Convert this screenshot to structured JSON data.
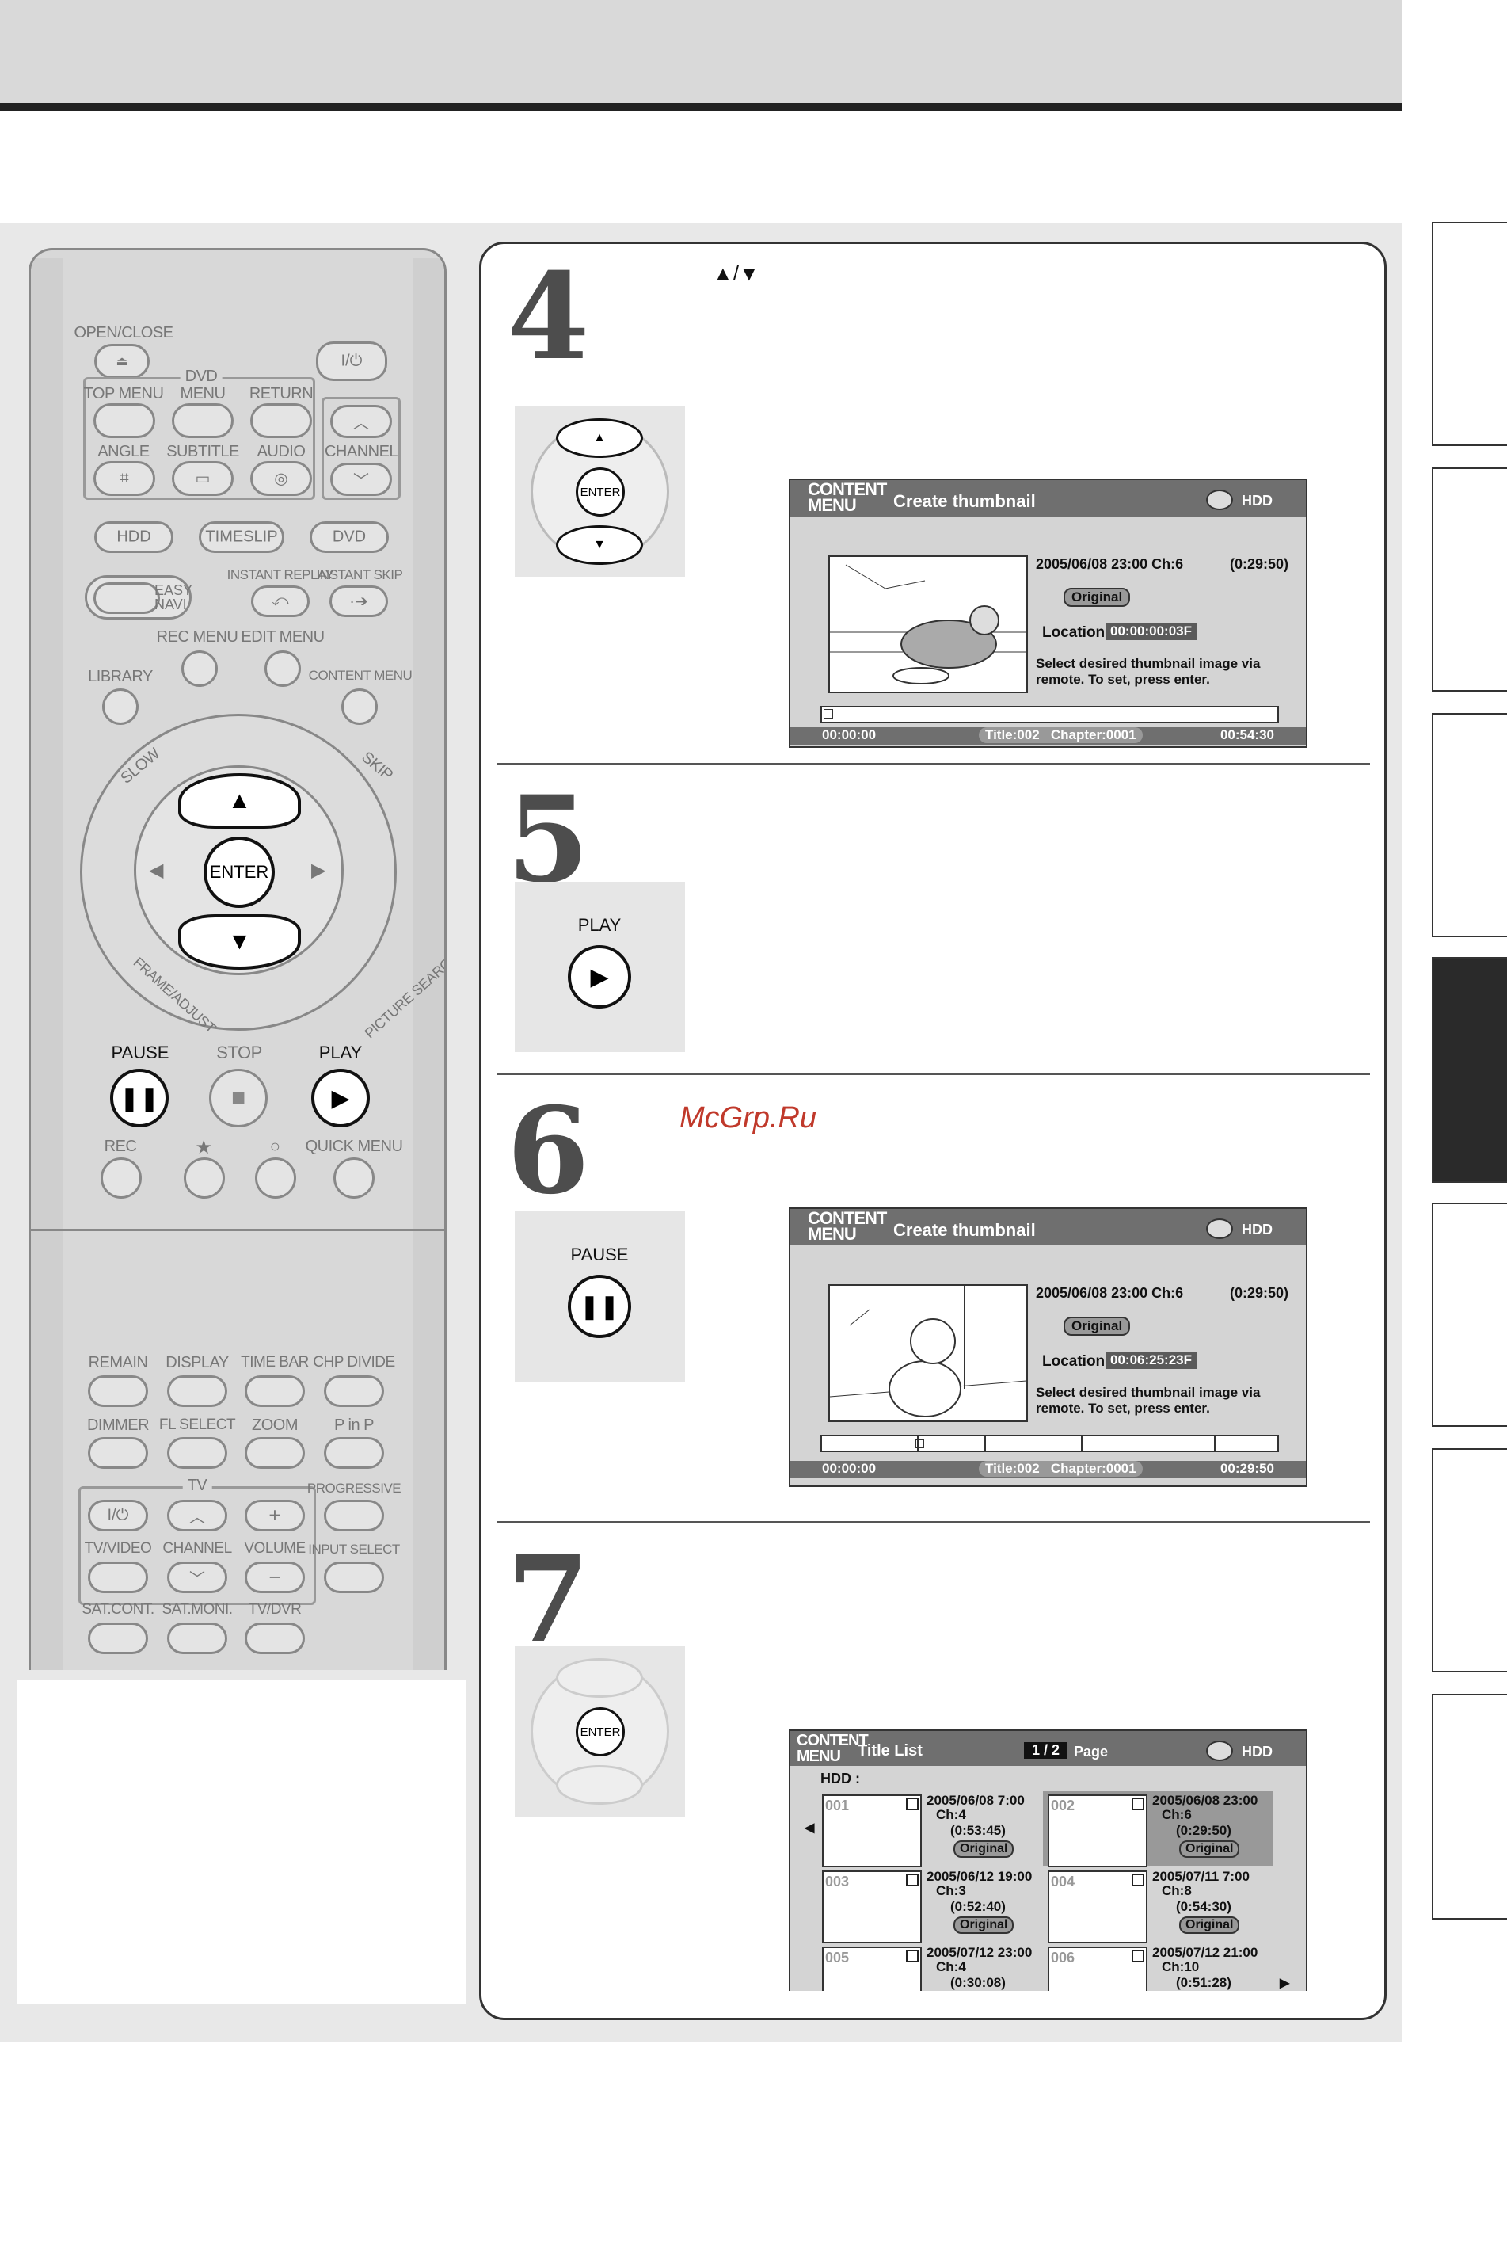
{
  "remote": {
    "open_close": "OPEN/CLOSE",
    "dvd_group": "DVD",
    "top_menu": "TOP MENU",
    "menu": "MENU",
    "return": "RETURN",
    "angle": "ANGLE",
    "subtitle": "SUBTITLE",
    "audio": "AUDIO",
    "channel": "CHANNEL",
    "hdd": "HDD",
    "timeslip": "TIMESLIP",
    "dvd": "DVD",
    "easy_navi": "EASY NAVI",
    "instant_replay": "INSTANT REPLAY",
    "instant_skip": "INSTANT SKIP",
    "rec_menu": "REC MENU",
    "edit_menu": "EDIT MENU",
    "library": "LIBRARY",
    "content_menu": "CONTENT MENU",
    "slow": "SLOW",
    "skip": "SKIP",
    "enter": "ENTER",
    "frame_adjust": "FRAME/ADJUST",
    "picture_search": "PICTURE SEARCH",
    "pause": "PAUSE",
    "stop": "STOP",
    "play": "PLAY",
    "rec": "REC",
    "quick_menu": "QUICK MENU",
    "remain": "REMAIN",
    "display": "DISPLAY",
    "time_bar": "TIME BAR",
    "chp_divide": "CHP DIVIDE",
    "dimmer": "DIMMER",
    "fl_select": "FL SELECT",
    "zoom": "ZOOM",
    "p_in_p": "P in P",
    "tv_group": "TV",
    "progressive": "PROGRESSIVE",
    "tv_video": "TV/VIDEO",
    "tv_channel": "CHANNEL",
    "volume": "VOLUME",
    "input_select": "INPUT SELECT",
    "sat_cont": "SAT.CONT.",
    "sat_moni": "SAT.MONI.",
    "tv_dvr": "TV/DVR"
  },
  "steps": {
    "s4": {
      "num": "4",
      "arrows": "▲/▼"
    },
    "s5": {
      "num": "5",
      "btn_label": "PLAY"
    },
    "s6": {
      "num": "6",
      "btn_label": "PAUSE"
    },
    "s7": {
      "num": "7"
    }
  },
  "enter_label": "ENTER",
  "watermark": "McGrp.Ru",
  "screen1": {
    "logo_a": "CONTENT",
    "logo_b": "MENU",
    "title": "Create thumbnail",
    "hdd": "HDD",
    "datetime": "2005/06/08 23:00  Ch:6",
    "duration": "(0:29:50)",
    "original": "Original",
    "location_label": "Location",
    "location_value": "00:00:00:03F",
    "instr1": "Select desired thumbnail image via",
    "instr2": "remote. To set, press enter.",
    "start": "00:00:00",
    "title_no": "Title:002",
    "chapter_no": "Chapter:0001",
    "end": "00:54:30"
  },
  "screen2": {
    "logo_a": "CONTENT",
    "logo_b": "MENU",
    "title": "Create thumbnail",
    "hdd": "HDD",
    "datetime": "2005/06/08 23:00  Ch:6",
    "duration": "(0:29:50)",
    "original": "Original",
    "location_label": "Location",
    "location_value": "00:06:25:23F",
    "instr1": "Select desired thumbnail image via",
    "instr2": "remote. To set, press enter.",
    "start": "00:00:00",
    "title_no": "Title:002",
    "chapter_no": "Chapter:0001",
    "end": "00:29:50"
  },
  "screen3": {
    "logo_a": "CONTENT",
    "logo_b": "MENU",
    "title": "Title List",
    "page_value": "1 / 2",
    "page_label": "Page",
    "hdd": "HDD",
    "source": "HDD  :",
    "items": [
      {
        "num": "001",
        "date": "2005/06/08   7:00",
        "ch": "Ch:4",
        "dur": "(0:53:45)",
        "tag": "Original"
      },
      {
        "num": "002",
        "date": "2005/06/08 23:00",
        "ch": "Ch:6",
        "dur": "(0:29:50)",
        "tag": "Original"
      },
      {
        "num": "003",
        "date": "2005/06/12 19:00",
        "ch": "Ch:3",
        "dur": "(0:52:40)",
        "tag": "Original"
      },
      {
        "num": "004",
        "date": "2005/07/11   7:00",
        "ch": "Ch:8",
        "dur": "(0:54:30)",
        "tag": "Original"
      },
      {
        "num": "005",
        "date": "2005/07/12 23:00",
        "ch": "Ch:4",
        "dur": "(0:30:08)",
        "tag": ""
      },
      {
        "num": "006",
        "date": "2005/07/12 21:00",
        "ch": "Ch:10",
        "dur": "(0:51:28)",
        "tag": ""
      }
    ]
  }
}
